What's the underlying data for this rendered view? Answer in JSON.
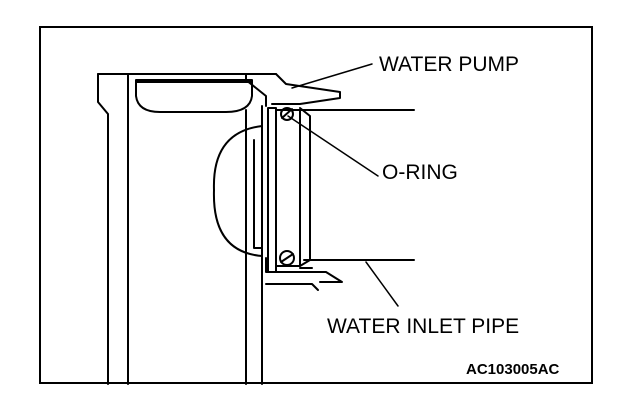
{
  "labels": {
    "water_pump": "WATER PUMP",
    "o_ring": "O-RING",
    "water_inlet_pipe": "WATER INLET PIPE",
    "figure_code": "AC103005AC"
  },
  "colors": {
    "ink": "#000000",
    "paper": "#ffffff"
  }
}
